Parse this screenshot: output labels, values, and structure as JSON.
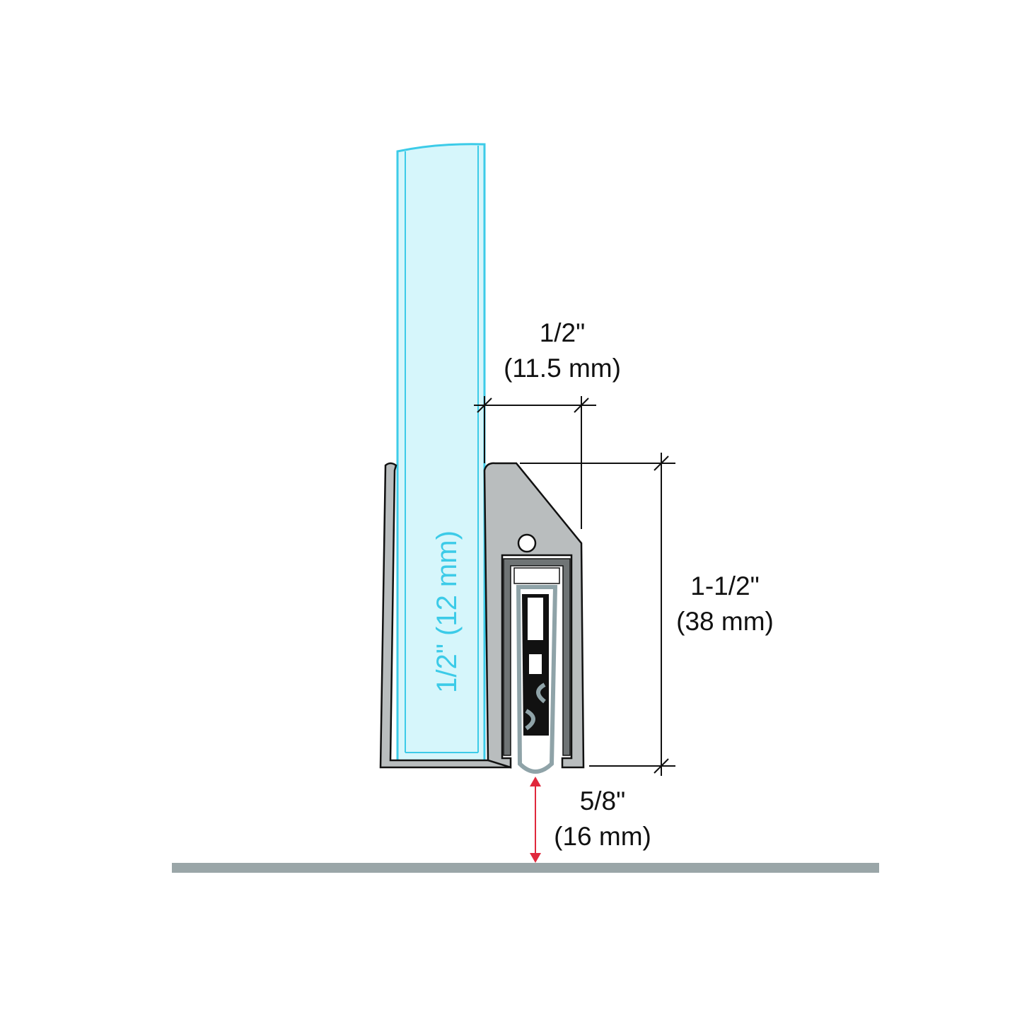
{
  "labels": {
    "glass_thickness": "1/2\" (12 mm)",
    "offset_in": "1/2\"",
    "offset_mm": "(11.5 mm)",
    "height_in": "1-1/2\"",
    "height_mm": "(38 mm)",
    "gap_in": "5/8\"",
    "gap_mm": "(16 mm)"
  },
  "colors": {
    "glass_fill": "#d6f6fb",
    "glass_edge": "#3ccbe8",
    "aluminum": "#b9bdbe",
    "floor": "#9aa6a8",
    "gap_arrow": "#e0283c",
    "seal": "#8fa3a8"
  }
}
